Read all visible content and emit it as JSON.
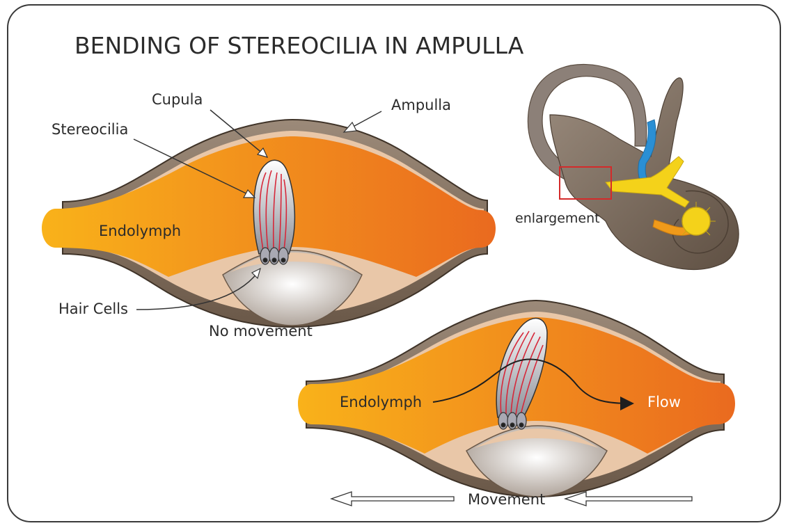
{
  "title": "BENDING OF STEREOCILIA IN AMPULLA",
  "labels": {
    "cupula": "Cupula",
    "ampulla": "Ampulla",
    "stereocilia": "Stereocilia",
    "endolymph_top": "Endolymph",
    "hair_cells": "Hair Cells",
    "no_movement": "No movement",
    "enlargement": "enlargement",
    "endolymph_bottom": "Endolymph",
    "flow": "Flow",
    "movement": "Movement"
  },
  "colors": {
    "fluid_light": "#f9b21a",
    "fluid_dark": "#ea6a1f",
    "wall": "#7d6b5c",
    "wall_lining": "#e9c7a8",
    "cilia": "#d6283a",
    "highlight_box": "#d42a2a",
    "ear": "#7a6a5c",
    "nerve_yellow": "#f4d21a",
    "vessel_blue": "#2a8fd4"
  }
}
